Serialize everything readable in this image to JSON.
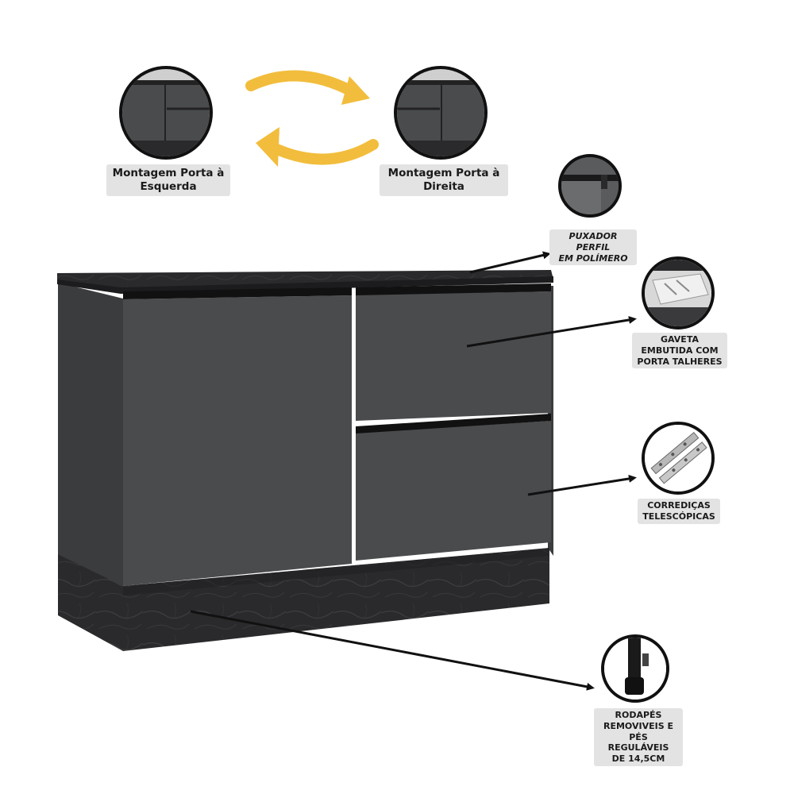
{
  "mount_left": {
    "line1": "Montagem Porta à",
    "line2": "Esquerda"
  },
  "mount_right": {
    "line1": "Montagem Porta à",
    "line2": "Direita"
  },
  "handle": {
    "line1": "PUXADOR PERFIL",
    "line2": "EM POLÍMERO"
  },
  "drawer": {
    "line1": "GAVETA",
    "line2": "EMBUTIDA COM",
    "line3": "PORTA TALHERES"
  },
  "slides": {
    "line1": "CORREDIÇAS",
    "line2": "TELESCÓPICAS"
  },
  "feet": {
    "line1": "RODAPÉS",
    "line2": "REMOVIVEIS E",
    "line3": "PÉS REGULÁVEIS",
    "line4": "DE 14,5CM"
  },
  "colors": {
    "cabinet": "#4a4b4d",
    "marble": "#2b2b2d",
    "accent_arrow": "#f2bd3c",
    "handle": "#111111"
  }
}
